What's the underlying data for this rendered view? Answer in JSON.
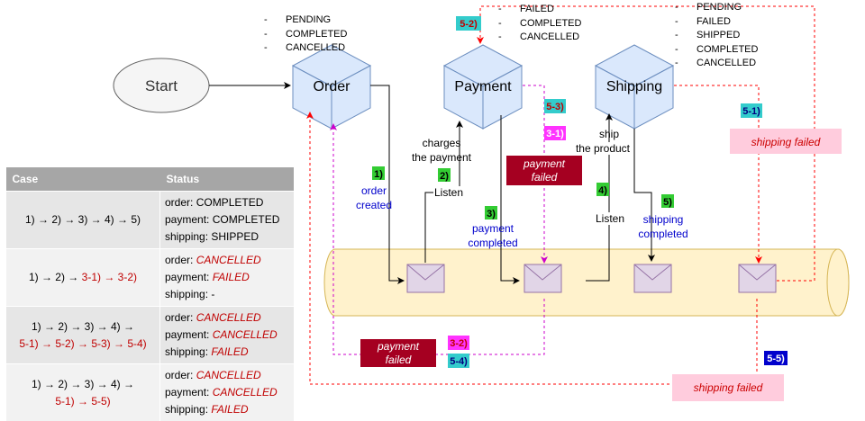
{
  "nodes": {
    "start": "Start",
    "order": "Order",
    "payment": "Payment",
    "shipping": "Shipping"
  },
  "statuses": {
    "order": [
      "PENDING",
      "COMPLETED",
      "CANCELLED"
    ],
    "payment": [
      "FAILED",
      "COMPLETED",
      "CANCELLED"
    ],
    "shipping": [
      "PENDING",
      "FAILED",
      "SHIPPED",
      "COMPLETED",
      "CANCELLED"
    ]
  },
  "steps": {
    "s1": "1)",
    "s2": "2)",
    "s3": "3)",
    "s4": "4)",
    "s5": "5)",
    "s3_1": "3-1)",
    "s3_2": "3-2)",
    "s5_1": "5-1)",
    "s5_2": "5-2)",
    "s5_3": "5-3)",
    "s5_4": "5-4)",
    "s5_5": "5-5)"
  },
  "labels": {
    "order_created_1": "order",
    "order_created_2": "created",
    "charges_1": "charges",
    "charges_2": "the payment",
    "listen": "Listen",
    "payment_completed_1": "payment",
    "payment_completed_2": "completed",
    "ship_1": "ship",
    "ship_2": "the product",
    "shipping_completed_1": "shipping",
    "shipping_completed_2": "completed",
    "payment_failed_1": "payment",
    "payment_failed_2": "failed",
    "shipping_failed": "shipping failed"
  },
  "table": {
    "headers": [
      "Case",
      "Status"
    ],
    "rows": [
      {
        "case": [
          "1) → 2) → 3) → 4) → 5)"
        ],
        "status": [
          [
            "order: ",
            "COMPLETED"
          ],
          [
            "payment: ",
            "COMPLETED"
          ],
          [
            "shipping: ",
            "SHIPPED"
          ]
        ]
      },
      {
        "case": [
          "1) → 2) → ",
          "3-1) → 3-2)"
        ],
        "status": [
          [
            "order: ",
            "CANCELLED"
          ],
          [
            "payment: ",
            "FAILED"
          ],
          [
            "shipping: ",
            "-"
          ]
        ]
      },
      {
        "case": [
          "1) → 2) → 3) → 4) →",
          "5-1) → 5-2) → 5-3) → 5-4)"
        ],
        "status": [
          [
            "order: ",
            "CANCELLED"
          ],
          [
            "payment: ",
            "CANCELLED"
          ],
          [
            "shipping: ",
            "FAILED"
          ]
        ]
      },
      {
        "case": [
          "1) → 2) → 3) → 4) →",
          "5-1) → 5-5)"
        ],
        "status": [
          [
            "order: ",
            "CANCELLED"
          ],
          [
            "payment: ",
            "CANCELLED"
          ],
          [
            "shipping: ",
            "FAILED"
          ]
        ]
      }
    ]
  },
  "colors": {
    "cube_fill": "#dae8fc",
    "cube_stroke": "#6c8ebf",
    "bus_fill": "#fff2cc",
    "bus_stroke": "#d6b656",
    "envelope_fill": "#e1d5e7",
    "envelope_stroke": "#9673a6",
    "green_badge": "#33cc33",
    "cyan_badge": "#33cccc",
    "magenta_badge": "#ff33ff",
    "blue_badge": "#0000cc",
    "failed_red": "#a50021",
    "failed_pink": "#ffccdd",
    "fail_text": "#cc0000",
    "event_text": "#0000cc",
    "compensate_line": "#ff0000",
    "payment_fail_line": "#cc00cc"
  }
}
